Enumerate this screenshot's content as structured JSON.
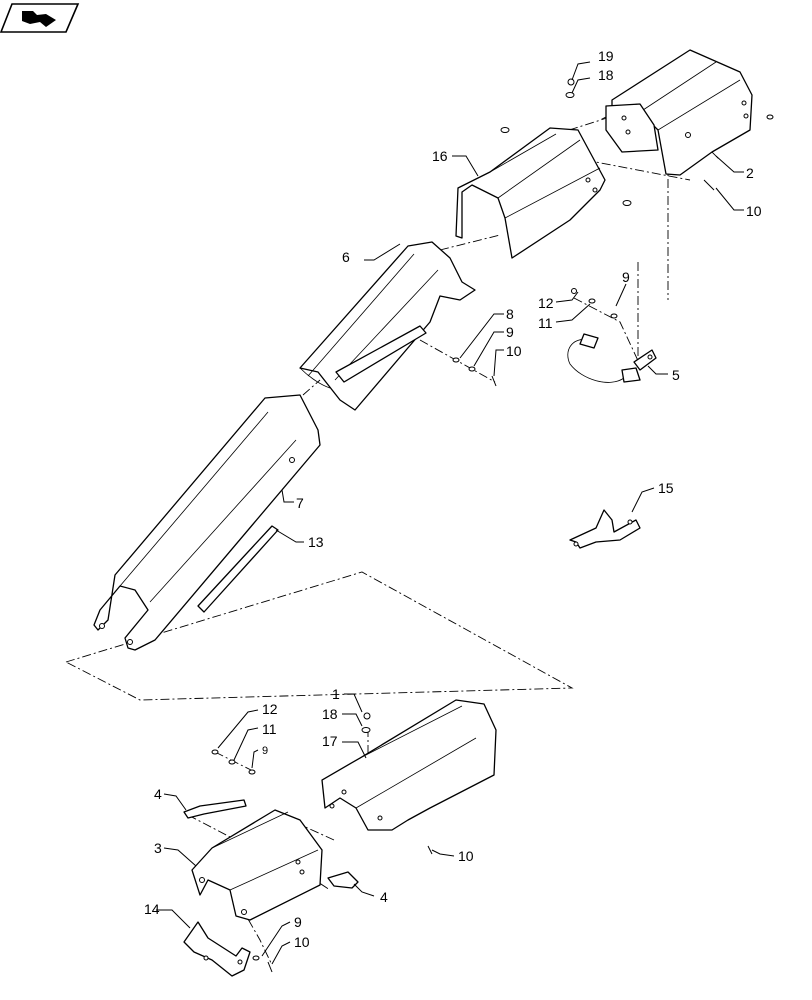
{
  "nav_icon": {
    "name": "page-nav-arrow-icon"
  },
  "callouts": {
    "c1": "1",
    "c2": "2",
    "c3": "3",
    "c4a": "4",
    "c4b": "4",
    "c5": "5",
    "c6": "6",
    "c7": "7",
    "c8": "8",
    "c9a": "9",
    "c9b": "9",
    "c9c": "9",
    "c9d": "9",
    "c10a": "10",
    "c10b": "10",
    "c10c": "10",
    "c10d": "10",
    "c11a": "11",
    "c11b": "11",
    "c12a": "12",
    "c12b": "12",
    "c13": "13",
    "c14": "14",
    "c15": "15",
    "c16": "16",
    "c17": "17",
    "c18a": "18",
    "c18b": "18",
    "c19": "19"
  }
}
